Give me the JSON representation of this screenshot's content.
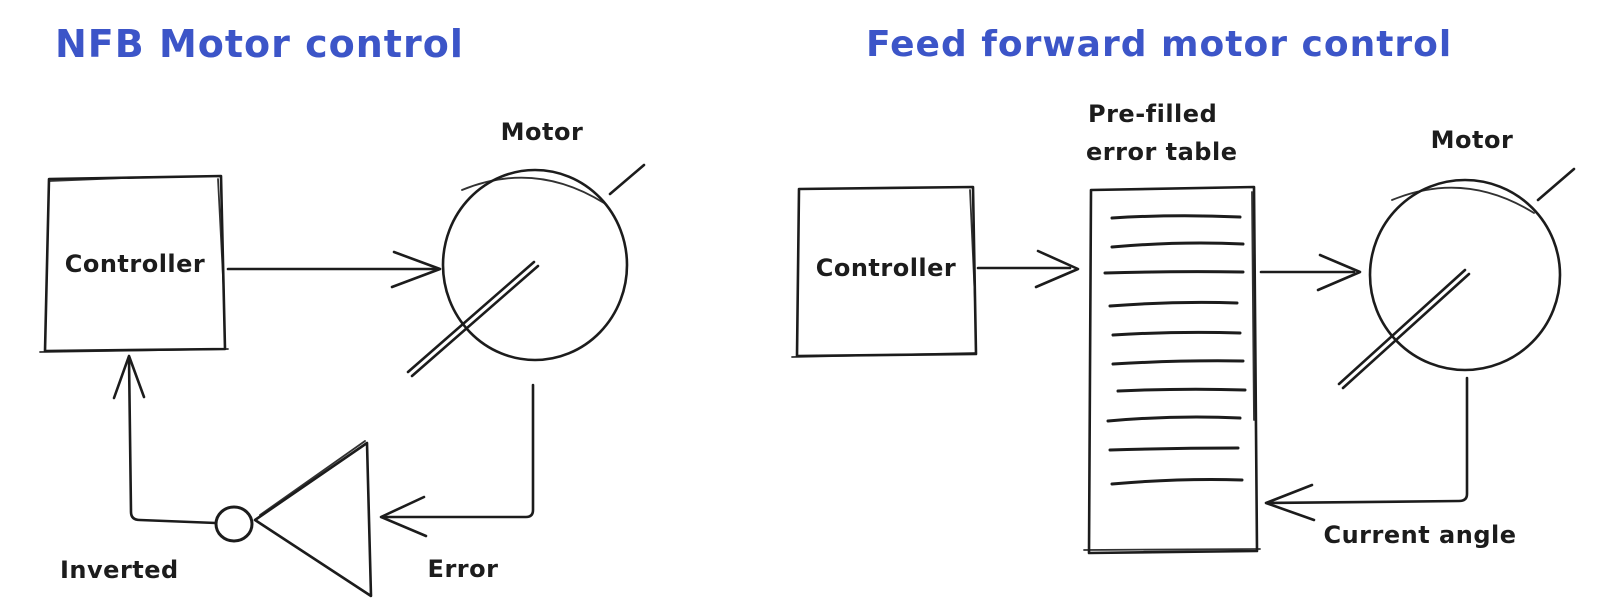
{
  "colors": {
    "ink": "#1c1c1c",
    "accent_blue": "#3c55c8",
    "background": "#ffffff"
  },
  "left_diagram": {
    "title": "NFB Motor control",
    "controller_label": "Controller",
    "motor_label": "Motor",
    "inverter_label": "Inverted",
    "error_label": "Error"
  },
  "right_diagram": {
    "title": "Feed forward motor control",
    "controller_label": "Controller",
    "table_title_line1": "Pre-filled",
    "table_title_line2": "error table",
    "motor_label": "Motor",
    "feedback_label": "Current angle"
  }
}
